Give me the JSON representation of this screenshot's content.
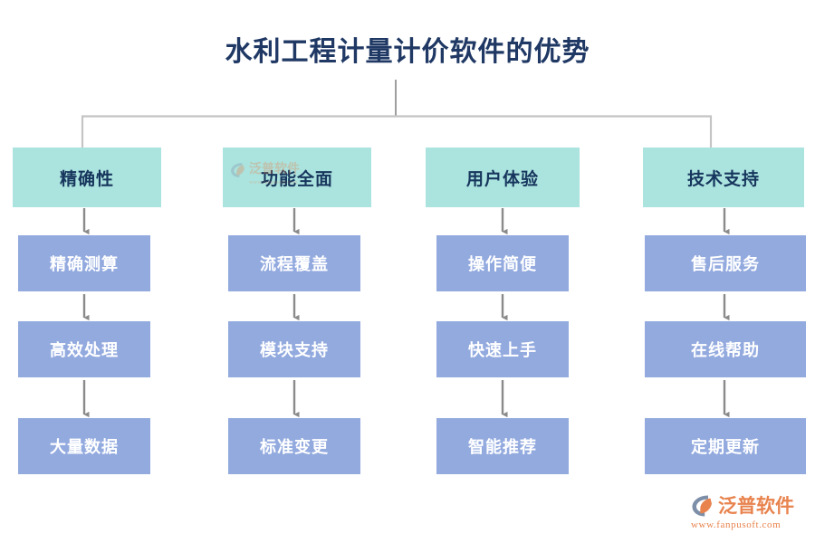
{
  "page": {
    "title": "水利工程计量计价软件的优势",
    "background": "#ffffff",
    "title_color": "#1f3864",
    "header_box_color": "#ABE3DE",
    "node_box_color": "#93AADF",
    "connector_color": "#9e9e9e",
    "brand_color": "#E8834E"
  },
  "columns": [
    {
      "header": "精确性",
      "nodes": [
        "精确测算",
        "高效处理",
        "大量数据"
      ]
    },
    {
      "header": "功能全面",
      "nodes": [
        "流程覆盖",
        "模块支持",
        "标准变更"
      ]
    },
    {
      "header": "用户体验",
      "nodes": [
        "操作简便",
        "快速上手",
        "智能推荐"
      ]
    },
    {
      "header": "技术支持",
      "nodes": [
        "售后服务",
        "在线帮助",
        "定期更新"
      ]
    }
  ],
  "watermark": {
    "name": "泛普软件",
    "url": "www.fanpusoft.com"
  },
  "logo": {
    "name": "泛普软件",
    "url": "www.fanpusoft.com"
  }
}
